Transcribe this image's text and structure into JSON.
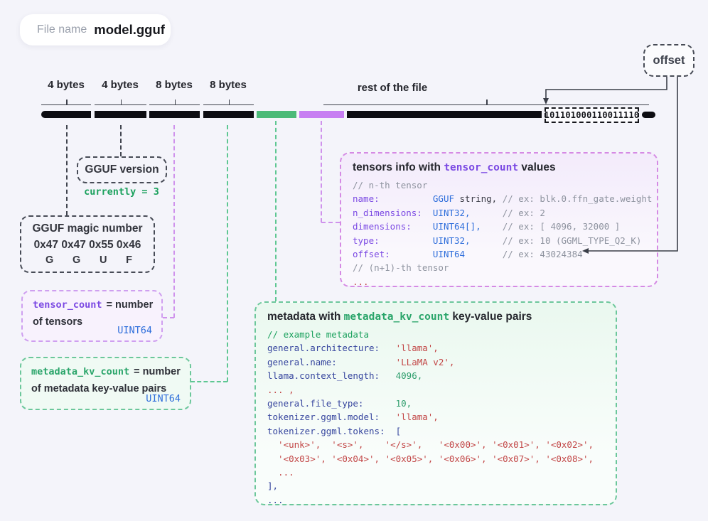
{
  "file_pill": {
    "label": "File name",
    "value": "model.gguf"
  },
  "offset_box": {
    "label": "offset"
  },
  "bar": {
    "segment_labels": [
      "4 bytes",
      "4 bytes",
      "8 bytes",
      "8 bytes"
    ],
    "rest_label": "rest of the file",
    "binary": "101101000110011110",
    "colors": {
      "black": "#0d0d12",
      "green": "#4cba78",
      "purple": "#c77ef2"
    }
  },
  "version_box": {
    "title": "GGUF version",
    "note": "currently = 3"
  },
  "magic_box": {
    "title": "GGUF magic number",
    "hex": "0x47 0x47 0x55 0x46",
    "letters": [
      "G",
      "G",
      "U",
      "F"
    ]
  },
  "tensor_count_box": {
    "code": "tensor_count",
    "eq": "= number",
    "line2": "of tensors",
    "type": "UINT64"
  },
  "metadata_count_box": {
    "code": "metadata_kv_count",
    "eq": "= number",
    "line2": "of metadata key-value pairs",
    "type": "UINT64"
  },
  "tensors_box": {
    "title_pre": "tensors info with ",
    "title_code": "tensor_count",
    "title_post": " values",
    "lines": [
      [
        [
          "// n-th tensor",
          "gray"
        ]
      ],
      [
        [
          "name:          ",
          "purple"
        ],
        [
          "GGUF",
          "blue"
        ],
        [
          " string, ",
          "dark"
        ],
        [
          "// ex: blk.0.ffn_gate.weight",
          "gray"
        ]
      ],
      [
        [
          "n_dimensions:  ",
          "purple"
        ],
        [
          "UINT32,",
          "blue"
        ],
        [
          "      ",
          "dark"
        ],
        [
          "// ex: 2",
          "gray"
        ]
      ],
      [
        [
          "dimensions:    ",
          "purple"
        ],
        [
          "UINT64[],",
          "blue"
        ],
        [
          "    ",
          "dark"
        ],
        [
          "// ex: [ 4096, 32000 ]",
          "gray"
        ]
      ],
      [
        [
          "type:          ",
          "purple"
        ],
        [
          "UINT32,",
          "blue"
        ],
        [
          "      ",
          "dark"
        ],
        [
          "// ex: 10 (GGML_TYPE_Q2_K)",
          "gray"
        ]
      ],
      [
        [
          "offset:        ",
          "purple"
        ],
        [
          "UINT64",
          "blue"
        ],
        [
          "       ",
          "dark"
        ],
        [
          "// ex: 43024384",
          "gray"
        ]
      ],
      [
        [
          "// (n+1)-th tensor",
          "gray"
        ]
      ],
      [
        [
          "...",
          "red"
        ]
      ]
    ]
  },
  "metadata_box": {
    "title_pre": "metadata with ",
    "title_code": "metadata_kv_count",
    "title_post": " key-value pairs",
    "lines": [
      [
        [
          "// example metadata",
          "green"
        ]
      ],
      [
        [
          "general.architecture:   ",
          "navy"
        ],
        [
          "'llama',",
          "red"
        ]
      ],
      [
        [
          "general.name:           ",
          "navy"
        ],
        [
          "'LLaMA v2',",
          "red"
        ]
      ],
      [
        [
          "llama.context_length:   ",
          "navy"
        ],
        [
          "4096,",
          "num"
        ]
      ],
      [
        [
          "... ,",
          "red"
        ]
      ],
      [
        [
          "general.file_type:      ",
          "navy"
        ],
        [
          "10,",
          "num"
        ]
      ],
      [
        [
          "tokenizer.ggml.model:   ",
          "navy"
        ],
        [
          "'llama',",
          "red"
        ]
      ],
      [
        [
          "tokenizer.ggml.tokens:  ",
          "navy"
        ],
        [
          "[",
          "navy"
        ]
      ],
      [
        [
          "  '<unk>',  '<s>',    '</s>',   '<0x00>', '<0x01>', '<0x02>',",
          "red"
        ]
      ],
      [
        [
          "  '<0x03>', '<0x04>', '<0x05>', '<0x06>', '<0x07>', '<0x08>',",
          "red"
        ]
      ],
      [
        [
          "  ...",
          "red"
        ]
      ],
      [
        [
          "],",
          "navy"
        ]
      ],
      [
        [
          "...",
          "navy"
        ]
      ]
    ]
  }
}
